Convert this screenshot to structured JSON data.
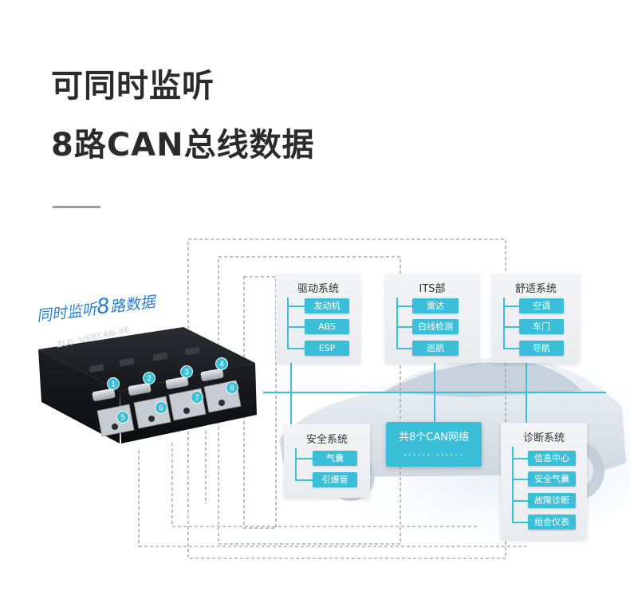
{
  "headline": {
    "line1": "可同时监听",
    "line2": "8路CAN总线数据"
  },
  "tagline": {
    "prefix": "同时监听",
    "number": "8",
    "suffix": "路数据"
  },
  "device": {
    "brand": "ZLG",
    "model": "USBCAN-8E",
    "port_numbers": [
      "1",
      "2",
      "3",
      "4",
      "5",
      "6",
      "7",
      "8"
    ]
  },
  "network": {
    "label": "共8个CAN网络",
    "dots": "...... ......"
  },
  "systems": [
    {
      "title": "驱动系统",
      "items": [
        "发动机",
        "ABS",
        "ESP"
      ]
    },
    {
      "title": "ITS部",
      "items": [
        "雷达",
        "白线检测",
        "巡航"
      ]
    },
    {
      "title": "舒适系统",
      "items": [
        "空调",
        "车门",
        "导航"
      ]
    },
    {
      "title": "安全系统",
      "items": [
        "气囊",
        "引爆管"
      ]
    },
    {
      "title": "诊断系统",
      "items": [
        "信息中心",
        "安全气囊",
        "故障诊断",
        "组合仪表"
      ]
    }
  ],
  "colors": {
    "accent": "#3bbfd8",
    "headline": "#2b2b2b",
    "tagline": "#2a7fd0",
    "device_body": "#1e2024",
    "dashed_line": "#9aa0a6"
  },
  "icons": {
    "car": "car-silhouette",
    "db9": "db9-connector"
  }
}
